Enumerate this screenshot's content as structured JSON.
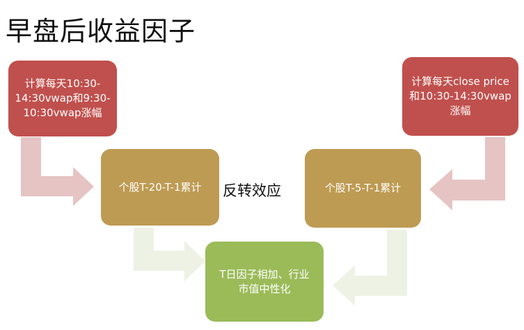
{
  "title": "早盘后收益因子",
  "boxes": {
    "left_input": "计算每天10:30-14:30vwap和9:30-10:30vwap涨幅",
    "right_input": "计算每天close price和10:30-14:30vwap涨幅",
    "left_cum": "个股T-20-T-1累计",
    "right_cum": "个股T-5-T-1累计",
    "result": "T日因子相加、行业市值中性化"
  },
  "middle_label": "反转效应",
  "colors": {
    "red": "#C0504D",
    "gold": "#BE9B53",
    "green": "#9BBB59",
    "pink_arrow": "#E6C4C4",
    "green_arrow": "#EEF2E4"
  }
}
